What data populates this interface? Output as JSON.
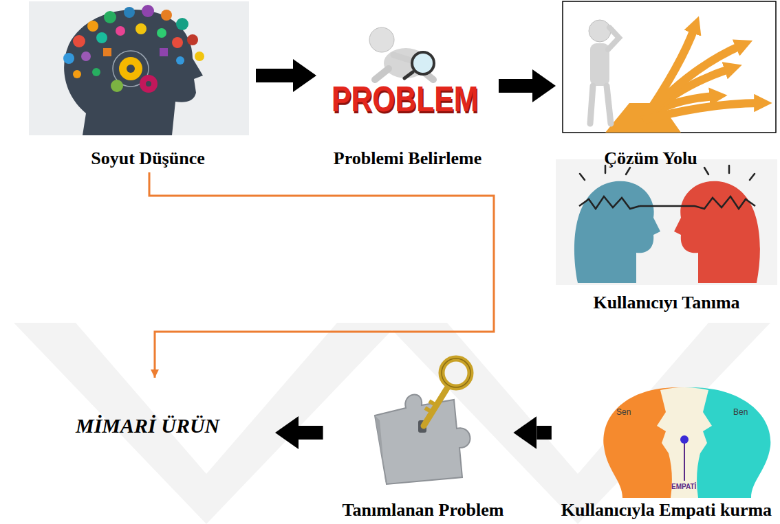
{
  "diagram": {
    "nodes": [
      {
        "text": [
          "Soyut Düşünce"
        ]
      },
      {
        "text": [
          "Problemi Belirleme"
        ]
      },
      {
        "text": [
          "Çözüm Yolu"
        ]
      },
      {
        "text": [
          "Kullanıcıyı Tanıma"
        ]
      },
      {
        "text": [
          "Kullanıcıyla Empati kurma"
        ]
      },
      {
        "text": [
          "Tanımlanan Problem"
        ]
      },
      {
        "text": [
          "MİMARİ ÜRÜN"
        ]
      }
    ],
    "edges": [
      {
        "from": 0,
        "to": 1,
        "arrow": "to"
      },
      {
        "from": 1,
        "to": 2,
        "arrow": "to"
      },
      {
        "from": 0,
        "to": 6,
        "arrow": "to"
      },
      {
        "from": 4,
        "to": 5,
        "arrow": "to"
      },
      {
        "from": 5,
        "to": 6,
        "arrow": "to"
      }
    ],
    "labels": [
      "PROBLEM",
      "Sen",
      "Ben",
      "EMPATİ"
    ]
  }
}
